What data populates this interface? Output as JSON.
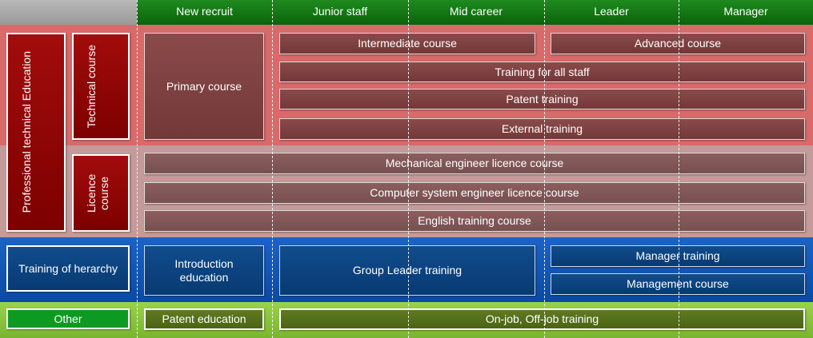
{
  "header": {
    "columns": [
      "New recruit",
      "Junior staff",
      "Mid career",
      "Leader",
      "Manager"
    ]
  },
  "rows": {
    "professional": "Professional technical Education",
    "technical": "Technical course",
    "licence": "Licence course",
    "hierarchy": "Training of herarchy",
    "other": "Other"
  },
  "technical_courses": {
    "primary": "Primary course",
    "intermediate": "Intermediate course",
    "advanced": "Advanced course",
    "all_staff": "Training for all staff",
    "patent_training": "Patent training",
    "external": "External training"
  },
  "licence_courses": {
    "mechanical": "Mechanical engineer licence course",
    "computer": "Computer system engineer licence course",
    "english": "English training course"
  },
  "hierarchy_courses": {
    "introduction": "Introduction education",
    "group_leader": "Group Leader training",
    "manager_training": "Manager training",
    "management": "Management course"
  },
  "other_courses": {
    "patent_education": "Patent education",
    "on_off_job": "On-job, Off-job training"
  }
}
